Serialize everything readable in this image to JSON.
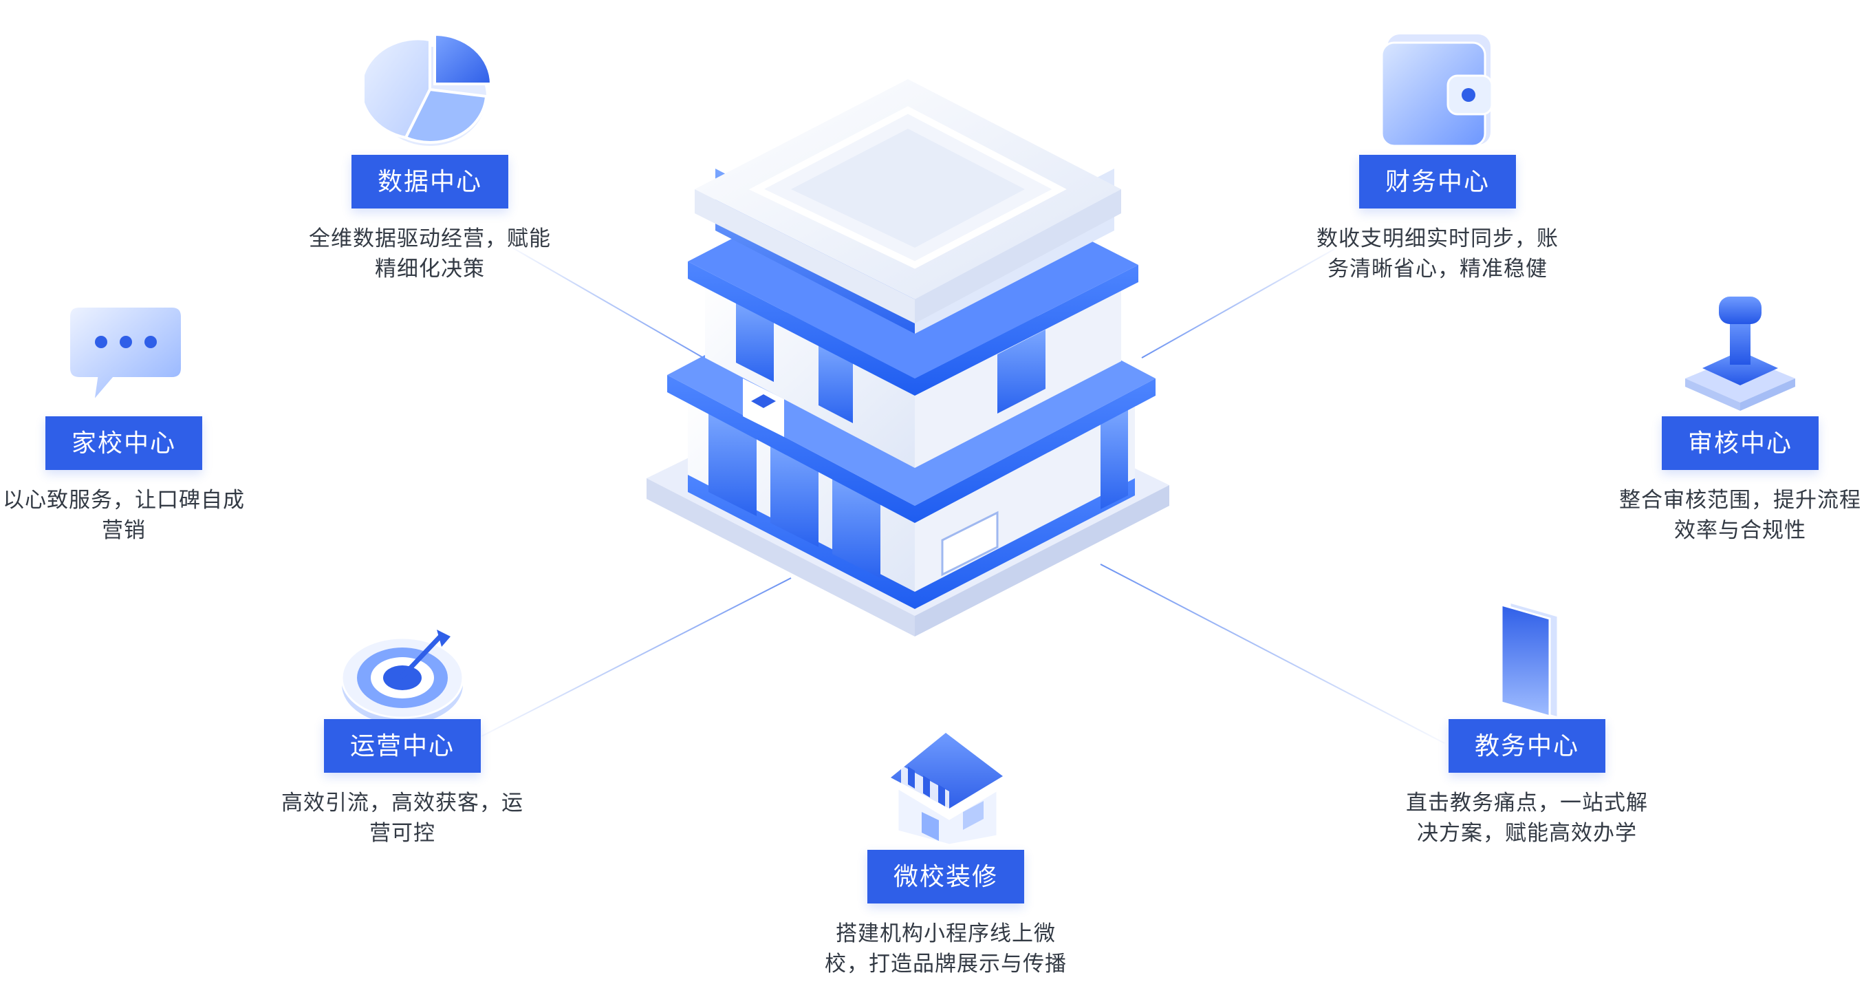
{
  "nodes": [
    {
      "id": "data-center",
      "title": "数据中心",
      "desc_lines": [
        "全维数据驱动经营，赋能",
        "精细化决策"
      ],
      "icon": "pie-chart-icon"
    },
    {
      "id": "finance-center",
      "title": "财务中心",
      "desc_lines": [
        "数收支明细实时同步，账",
        "务清晰省心，精准稳健"
      ],
      "icon": "wallet-icon"
    },
    {
      "id": "home-school-center",
      "title": "家校中心",
      "desc_lines": [
        "以心致服务，让口碑自成",
        "营销"
      ],
      "icon": "chat-bubble-icon"
    },
    {
      "id": "review-center",
      "title": "审核中心",
      "desc_lines": [
        "整合审核范围，提升流程",
        "效率与合规性"
      ],
      "icon": "stamp-icon"
    },
    {
      "id": "operation-center",
      "title": "运营中心",
      "desc_lines": [
        "高效引流，高效获客，运",
        "营可控"
      ],
      "icon": "target-icon"
    },
    {
      "id": "academic-center",
      "title": "教务中心",
      "desc_lines": [
        "直击教务痛点，一站式解",
        "决方案，赋能高效办学"
      ],
      "icon": "book-icon"
    },
    {
      "id": "micro-school-decoration",
      "title": "微校装修",
      "desc_lines": [
        "搭建机构小程序线上微",
        "校，打造品牌展示与传播"
      ],
      "icon": "storefront-icon"
    }
  ],
  "center": {
    "icon": "school-building-icon"
  },
  "colors": {
    "brand": "#2f5fe8",
    "accent_light": "#8fb1ff",
    "text": "#333a44",
    "line": "#5b86f0"
  }
}
